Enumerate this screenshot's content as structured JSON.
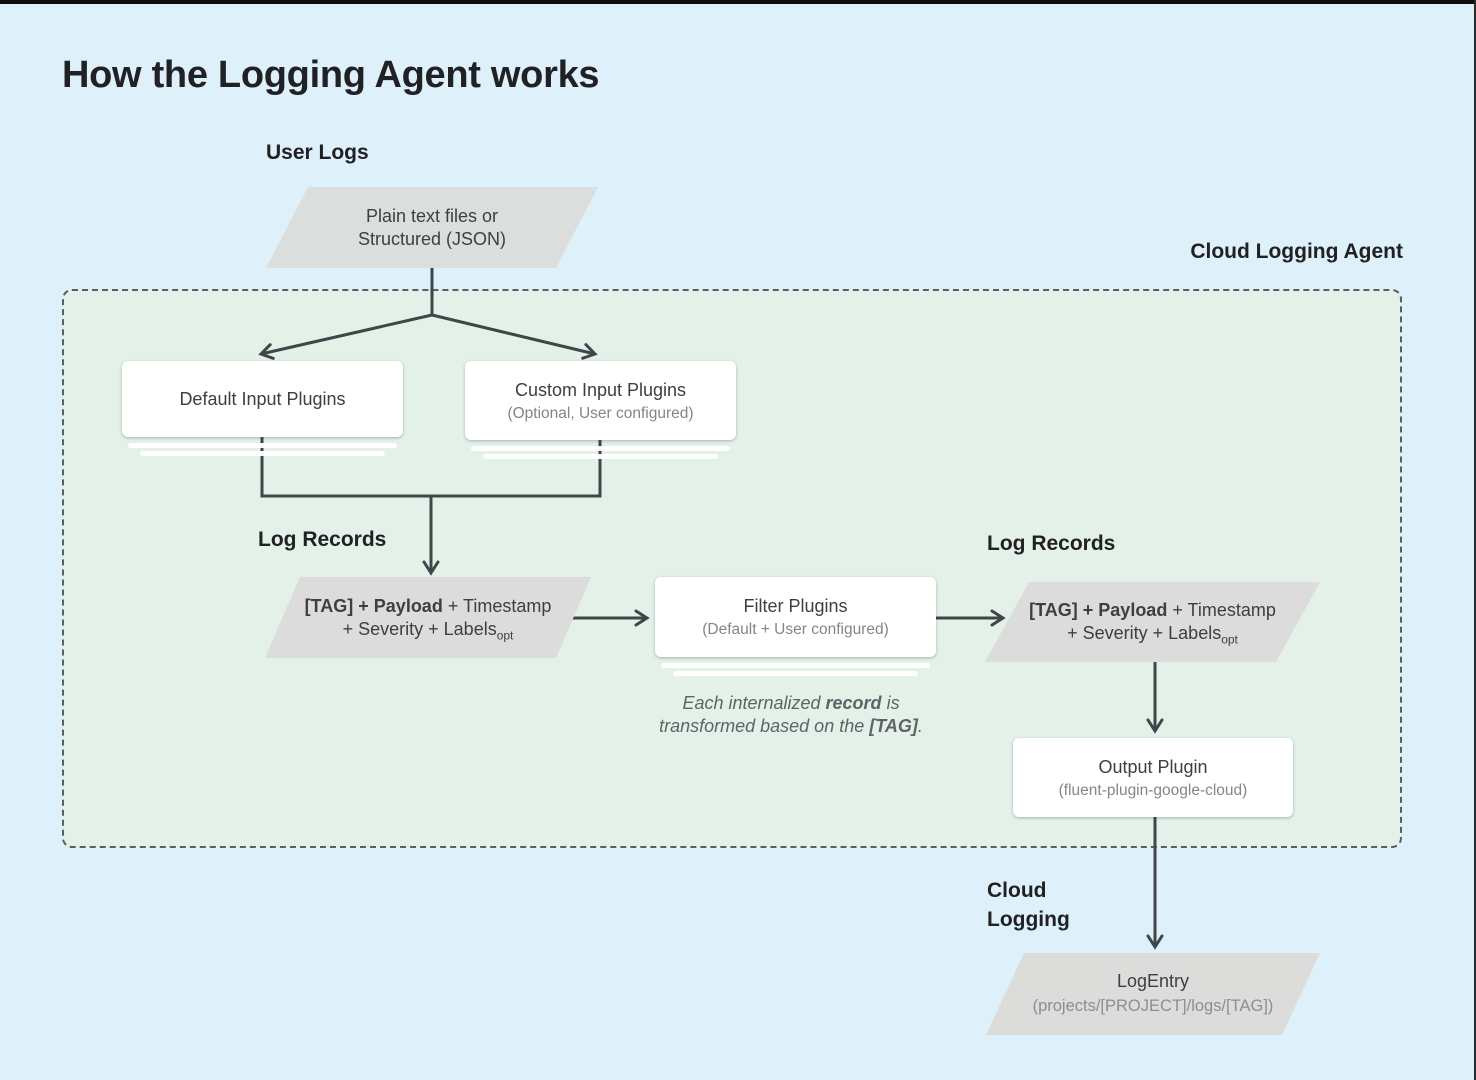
{
  "title": "How the Logging Agent works",
  "colors": {
    "background_blue": "#def1fb",
    "agent_panel_green": "#e3f1e8",
    "panel_border_gray": "#595f63",
    "shape_gray": "#dbdcdb",
    "card_white": "#ffffff",
    "line_dark": "#3f4549",
    "text_dark": "#202124",
    "text_body": "#3c4043",
    "text_muted": "#80868b"
  },
  "labels": {
    "user_logs": "User Logs",
    "cloud_logging_agent": "Cloud Logging Agent",
    "log_records_left": "Log Records",
    "log_records_right": "Log Records",
    "cloud_logging": [
      "Cloud",
      "Logging"
    ]
  },
  "nodes": {
    "user_input": {
      "line1": "Plain text files or",
      "line2": "Structured (JSON)"
    },
    "default_input_plugins": {
      "title": "Default Input Plugins"
    },
    "custom_input_plugins": {
      "title": "Custom Input Plugins",
      "subtitle": "(Optional, User configured)"
    },
    "log_record_left": {
      "line1_bold": "[TAG] + Payload",
      "line1_rest": " + Timestamp",
      "line2": "+ Severity + Labels",
      "line2_sub": "opt"
    },
    "filter_plugins": {
      "title": "Filter Plugins",
      "subtitle": "(Default + User configured)"
    },
    "log_record_right": {
      "line1_bold": "[TAG] + Payload",
      "line1_rest": " + Timestamp",
      "line2": "+ Severity + Labels",
      "line2_sub": "opt"
    },
    "output_plugin": {
      "title": "Output Plugin",
      "subtitle": "(fluent-plugin-google-cloud)"
    },
    "log_entry": {
      "title": "LogEntry",
      "subtitle": "(projects/[PROJECT]/logs/[TAG])"
    }
  },
  "note": {
    "line1_pre": "Each internalized ",
    "line1_bold": "record",
    "line1_post": " is",
    "line2_pre": "transformed based on the ",
    "line2_bold": "[TAG]",
    "line2_post": "."
  }
}
